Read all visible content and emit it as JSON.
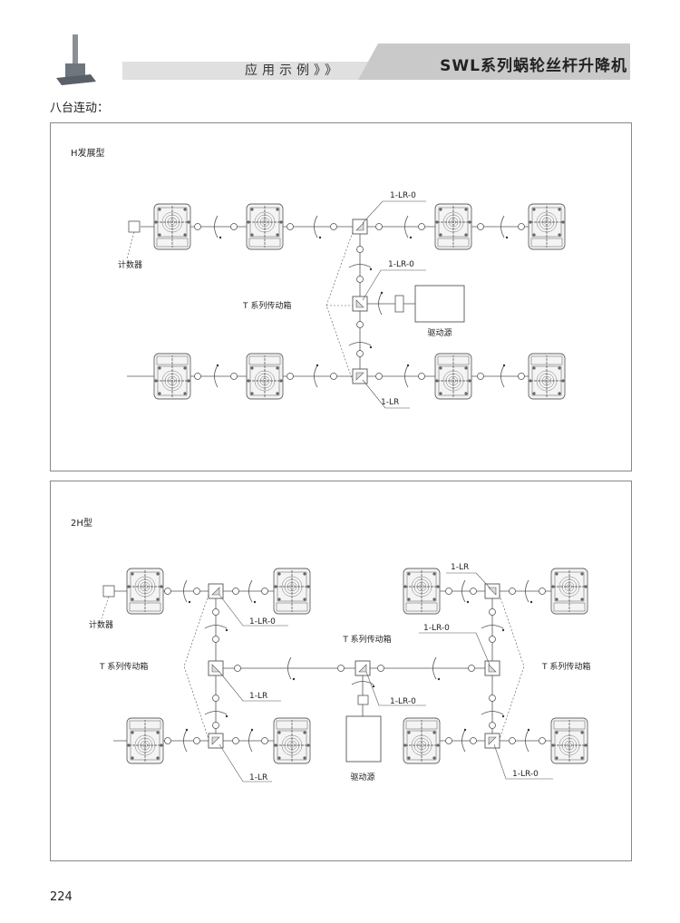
{
  "header": {
    "section": "应用示例",
    "chevrons": "》》",
    "title": "SWL系列蜗轮丝杆升降机"
  },
  "subtitle": "八台连动：",
  "diagram1": {
    "title": "H发展型",
    "labels": {
      "counter": "计数器",
      "tbox": "T 系列传动箱",
      "drive": "驱动源",
      "lr0_top": "1-LR-0",
      "lr0_mid": "1-LR-0",
      "lr_bottom": "1-LR"
    }
  },
  "diagram2": {
    "title": "2H型",
    "labels": {
      "counter": "计数器",
      "tbox_left": "T 系列传动箱",
      "tbox_center": "T 系列传动箱",
      "tbox_right": "T 系列传动箱",
      "drive": "驱动源",
      "lr0_left": "1-LR-0",
      "lr_left_mid": "1-LR",
      "lr_left_bottom": "1-LR",
      "lr0_center": "1-LR-0",
      "lr_right_top": "1-LR",
      "lr0_right_mid": "1-LR-0",
      "lr0_right_bottom": "1-LR-0"
    }
  },
  "page_number": "224"
}
